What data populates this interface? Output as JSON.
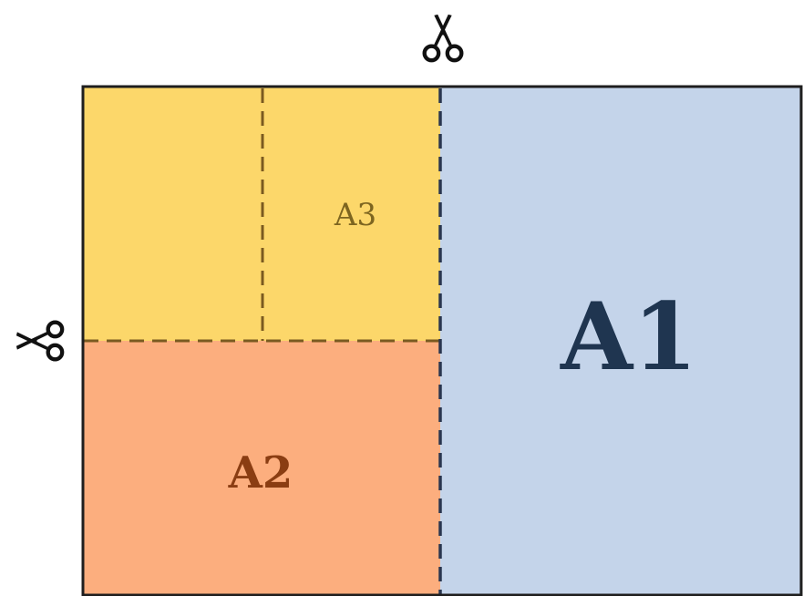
{
  "sheets": {
    "a1": {
      "label": "A1",
      "fill": "#c4d4ea",
      "text_color": "#1f3550"
    },
    "a2": {
      "label": "A2",
      "fill": "#fcae7e",
      "text_color": "#8a3d12"
    },
    "a3": {
      "label": "A3",
      "fill": "#fcd76a",
      "text_color": "#7d6520"
    }
  },
  "colors": {
    "outline": "#1e1e1e",
    "cut_line_blue": "#2a3650",
    "cut_line_brown": "#7a5a20",
    "scissors": "#111111"
  },
  "icons": {
    "top_cut": "scissors-icon",
    "left_cut": "scissors-icon"
  }
}
